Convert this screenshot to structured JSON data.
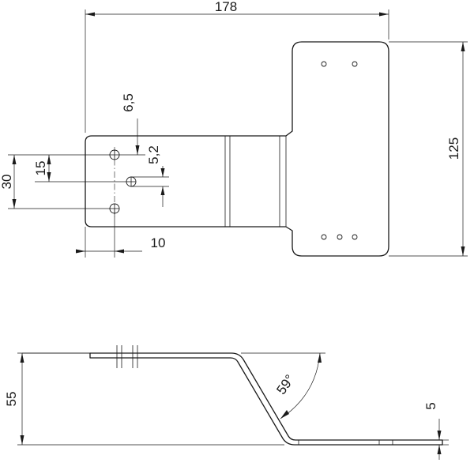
{
  "drawing": {
    "dimensions": {
      "overall_width": "178",
      "slot_offset": "6,5",
      "hole_spacing": "15",
      "total_spacing": "30",
      "hole_diameter": "5,2",
      "edge_offset": "10",
      "plate_height": "125",
      "bend_height": "55",
      "bend_angle": "59°",
      "thickness": "5"
    }
  }
}
